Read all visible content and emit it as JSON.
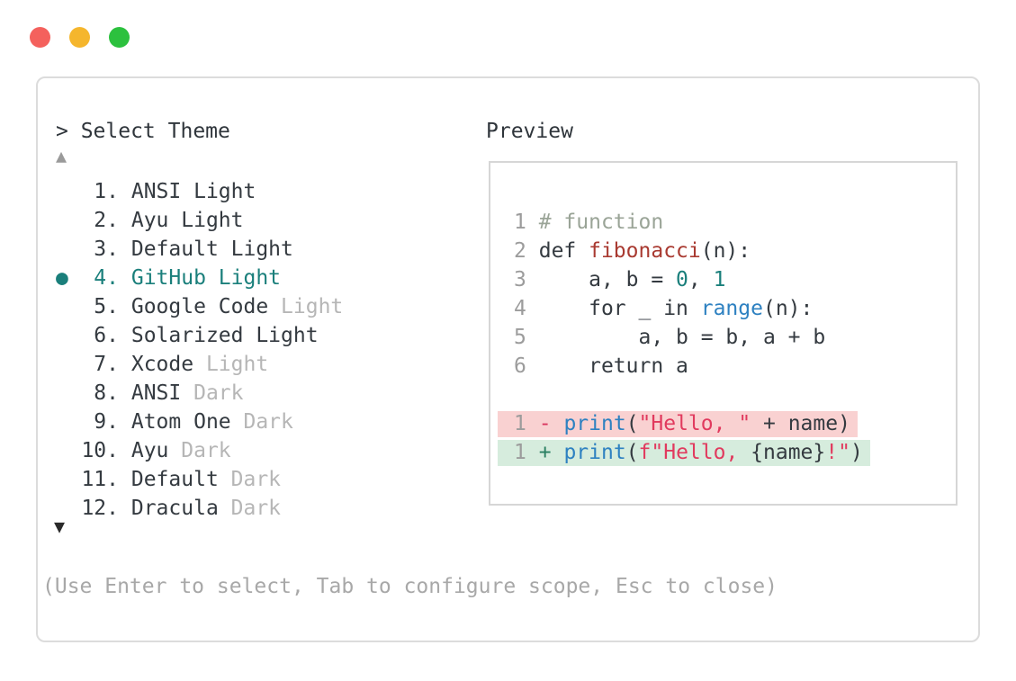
{
  "colors": {
    "accent_teal": "#1a7f7b",
    "text_dark": "#343a40",
    "muted_gray": "#b6b6b6",
    "help_gray": "#a8a8a8",
    "line_number_gray": "#9c9c9c",
    "border_gray": "#dcdcdc",
    "comment_green_gray": "#9aa497",
    "function_red": "#a93a31",
    "string_red": "#e13a5e",
    "keyword_blue": "#2e81c1",
    "diff_removed_bg": "#f9d1d1",
    "diff_added_bg": "#d6ecdd",
    "diff_minus": "#d9365e",
    "diff_plus": "#2a7f62",
    "traffic_red": "#f4615d",
    "traffic_yellow": "#f5b62d",
    "traffic_green": "#2cc13e"
  },
  "window": {
    "controls": [
      {
        "name": "close",
        "color": "#f4615d"
      },
      {
        "name": "minimize",
        "color": "#f5b62d"
      },
      {
        "name": "zoom",
        "color": "#2cc13e"
      }
    ]
  },
  "dialog": {
    "title": "> Select Theme",
    "scroll_up_glyph": "▲",
    "scroll_down_glyph": "▼",
    "selected_bullet_glyph": "●",
    "help_text": "(Use Enter to select, Tab to configure scope, Esc to close)",
    "themes": [
      {
        "number": "1.",
        "name": "ANSI Light",
        "muted_suffix": "",
        "selected": false
      },
      {
        "number": "2.",
        "name": "Ayu Light",
        "muted_suffix": "",
        "selected": false
      },
      {
        "number": "3.",
        "name": "Default Light",
        "muted_suffix": "",
        "selected": false
      },
      {
        "number": "4.",
        "name": "GitHub Light",
        "muted_suffix": "",
        "selected": true
      },
      {
        "number": "5.",
        "name": "Google Code",
        "muted_suffix": "Light",
        "selected": false
      },
      {
        "number": "6.",
        "name": "Solarized Light",
        "muted_suffix": "",
        "selected": false
      },
      {
        "number": "7.",
        "name": "Xcode",
        "muted_suffix": "Light",
        "selected": false
      },
      {
        "number": "8.",
        "name": "ANSI",
        "muted_suffix": "Dark",
        "selected": false
      },
      {
        "number": "9.",
        "name": "Atom One",
        "muted_suffix": "Dark",
        "selected": false
      },
      {
        "number": "10.",
        "name": "Ayu",
        "muted_suffix": "Dark",
        "selected": false
      },
      {
        "number": "11.",
        "name": "Default",
        "muted_suffix": "Dark",
        "selected": false
      },
      {
        "number": "12.",
        "name": "Dracula",
        "muted_suffix": "Dark",
        "selected": false
      }
    ]
  },
  "preview": {
    "label": "Preview",
    "lines": [
      {
        "num": "1",
        "tokens": [
          {
            "t": "# function",
            "c": "comment"
          }
        ]
      },
      {
        "num": "2",
        "tokens": [
          {
            "t": "def ",
            "c": "plain"
          },
          {
            "t": "fibonacci",
            "c": "func"
          },
          {
            "t": "(n):",
            "c": "plain"
          }
        ]
      },
      {
        "num": "3",
        "tokens": [
          {
            "t": "    a, b = ",
            "c": "plain"
          },
          {
            "t": "0",
            "c": "num"
          },
          {
            "t": ", ",
            "c": "plain"
          },
          {
            "t": "1",
            "c": "num"
          }
        ]
      },
      {
        "num": "4",
        "tokens": [
          {
            "t": "    for _ in ",
            "c": "plain"
          },
          {
            "t": "range",
            "c": "blue"
          },
          {
            "t": "(n):",
            "c": "plain"
          }
        ]
      },
      {
        "num": "5",
        "tokens": [
          {
            "t": "        a, b = b, a + b",
            "c": "plain"
          }
        ]
      },
      {
        "num": "6",
        "tokens": [
          {
            "t": "    return a",
            "c": "plain"
          }
        ]
      },
      {
        "num": "",
        "tokens": []
      },
      {
        "num": "1",
        "sign": "-",
        "diff": "removed",
        "tokens": [
          {
            "t": "print",
            "c": "blue"
          },
          {
            "t": "(",
            "c": "plain"
          },
          {
            "t": "\"Hello, \"",
            "c": "str"
          },
          {
            "t": " + name)",
            "c": "plain"
          }
        ]
      },
      {
        "num": "1",
        "sign": "+",
        "diff": "added",
        "tokens": [
          {
            "t": "print",
            "c": "blue"
          },
          {
            "t": "(",
            "c": "plain"
          },
          {
            "t": "f\"Hello, ",
            "c": "str"
          },
          {
            "t": "{name}",
            "c": "plain"
          },
          {
            "t": "!\"",
            "c": "str"
          },
          {
            "t": ")",
            "c": "plain"
          }
        ]
      }
    ]
  }
}
